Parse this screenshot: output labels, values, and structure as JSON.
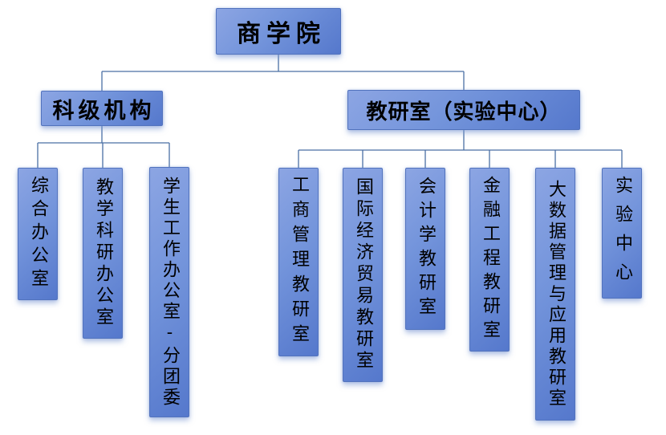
{
  "diagram": {
    "type": "org-chart",
    "root": {
      "label": "商学院"
    },
    "branches": [
      {
        "label": "科级机构",
        "children": [
          {
            "label": "综合办公室"
          },
          {
            "label": "教学科研办公室"
          },
          {
            "label": "学生工作办公室-分团委"
          }
        ]
      },
      {
        "label": "教研室（实验中心）",
        "children": [
          {
            "label": "工商管理教研室"
          },
          {
            "label": "国际经济贸易教研室"
          },
          {
            "label": "会计学教研室"
          },
          {
            "label": "金融工程教研室"
          },
          {
            "label": "大数据管理与应用教研室"
          },
          {
            "label": "实验中心"
          }
        ]
      }
    ],
    "colors": {
      "box_fill_light": "#8CA5E3",
      "box_fill_mid": "#7394DB",
      "box_fill_dark": "#5578CC",
      "box_border": "#5273BD",
      "connector": "#4A6FA5",
      "text": "#000000",
      "background": "#FFFFFF"
    }
  }
}
